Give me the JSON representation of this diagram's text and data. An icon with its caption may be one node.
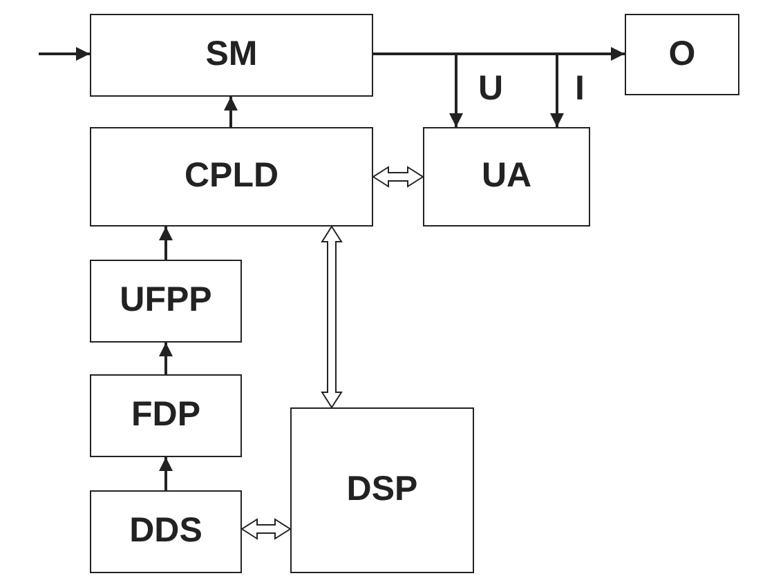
{
  "diagram": {
    "nodes": [
      {
        "text": [
          "SM"
        ]
      },
      {
        "text": [
          "O"
        ]
      },
      {
        "text": [
          "CPLD"
        ]
      },
      {
        "text": [
          "UA"
        ]
      },
      {
        "text": [
          "UFPP"
        ]
      },
      {
        "text": [
          "FDP"
        ]
      },
      {
        "text": [
          "DDS"
        ]
      },
      {
        "text": [
          "DSP"
        ]
      }
    ],
    "edges": [
      {
        "from": null,
        "to": 0,
        "arrow": "to"
      },
      {
        "from": 0,
        "to": 1,
        "arrow": "to"
      },
      {
        "from": 0,
        "to": 3,
        "arrow": "to",
        "label": "U"
      },
      {
        "from": 0,
        "to": 3,
        "arrow": "to",
        "label": "I"
      },
      {
        "from": 2,
        "to": 0,
        "arrow": "to"
      },
      {
        "from": 2,
        "to": 3,
        "arrow": "both",
        "style": "thick"
      },
      {
        "from": 2,
        "to": 7,
        "arrow": "both",
        "style": "thick"
      },
      {
        "from": 4,
        "to": 2,
        "arrow": "to"
      },
      {
        "from": 5,
        "to": 4,
        "arrow": "to"
      },
      {
        "from": 6,
        "to": 5,
        "arrow": "to"
      },
      {
        "from": 6,
        "to": 7,
        "arrow": "both",
        "style": "thick"
      }
    ]
  }
}
